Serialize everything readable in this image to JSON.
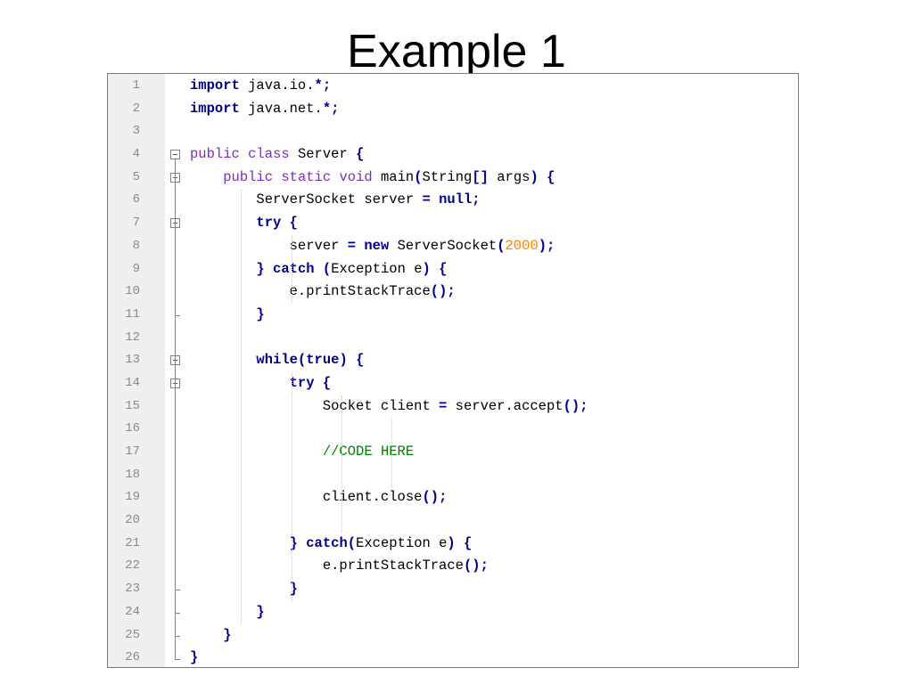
{
  "slide": {
    "title": "Example 1"
  },
  "editor": {
    "lines": [
      {
        "num": "1",
        "code": "import java.io.*;"
      },
      {
        "num": "2",
        "code": "import java.net.*;"
      },
      {
        "num": "3",
        "code": ""
      },
      {
        "num": "4",
        "code": "public class Server {"
      },
      {
        "num": "5",
        "code": "    public static void main(String[] args) {"
      },
      {
        "num": "6",
        "code": "        ServerSocket server = null;"
      },
      {
        "num": "7",
        "code": "        try {"
      },
      {
        "num": "8",
        "code": "            server = new ServerSocket(2000);"
      },
      {
        "num": "9",
        "code": "        } catch (Exception e) {"
      },
      {
        "num": "10",
        "code": "            e.printStackTrace();"
      },
      {
        "num": "11",
        "code": "        }"
      },
      {
        "num": "12",
        "code": ""
      },
      {
        "num": "13",
        "code": "        while(true) {"
      },
      {
        "num": "14",
        "code": "            try {"
      },
      {
        "num": "15",
        "code": "                Socket client = server.accept();"
      },
      {
        "num": "16",
        "code": ""
      },
      {
        "num": "17",
        "code": "                //CODE HERE"
      },
      {
        "num": "18",
        "code": ""
      },
      {
        "num": "19",
        "code": "                client.close();"
      },
      {
        "num": "20",
        "code": ""
      },
      {
        "num": "21",
        "code": "            } catch(Exception e) {"
      },
      {
        "num": "22",
        "code": "                e.printStackTrace();"
      },
      {
        "num": "23",
        "code": "            }"
      },
      {
        "num": "24",
        "code": "        }"
      },
      {
        "num": "25",
        "code": "    }"
      },
      {
        "num": "26",
        "code": "}"
      }
    ],
    "colors": {
      "keyword": "#00008b",
      "modifier": "#7b2dbd",
      "number": "#ff8000",
      "comment": "#008000",
      "line_number": "#8a8a8a",
      "gutter": "#efefef"
    }
  }
}
